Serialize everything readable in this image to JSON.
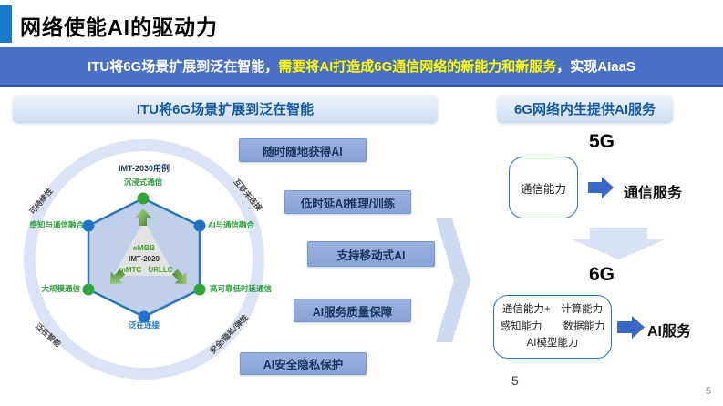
{
  "slide": {
    "title": "网络使能AI的驱动力",
    "banner": {
      "text_before": "ITU将6G场景扩展到泛在智能，",
      "text_highlight": "需要将AI打造成6G通信网络的新能力和新服务",
      "text_after": "，实现AIaaS"
    },
    "page_number": "5",
    "corner_page_number": "5"
  },
  "left_panel": {
    "header": "ITU将6G场景扩展到泛在智能",
    "wheel": {
      "title": "IMT-2030用例",
      "ring_labels": {
        "top_left": "可持续性",
        "top_right": "互联未连接",
        "bottom_left": "泛在智能",
        "bottom_right": "安全/隐私/弹性"
      },
      "vertices": {
        "top": "沉浸式通信",
        "upper_left": "感知与通信融合",
        "upper_right": "AI与通信融合",
        "lower_left": "大规模通信",
        "lower_right": "高可靠低时延通信",
        "bottom": "泛在连接"
      },
      "core": {
        "top": "eMBB",
        "center": "IMT-2020",
        "left": "mMTC",
        "right": "URLLC"
      }
    }
  },
  "middle_buttons": [
    "随时随地获得AI",
    "低时延AI推理/训练",
    "支持移动式AI",
    "AI服务质量保障",
    "AI安全隐私保护"
  ],
  "right_panel": {
    "header": "6G网络内生提供AI服务",
    "five_g": {
      "label": "5G",
      "capability_box": "通信能力",
      "service": "通信服务"
    },
    "six_g": {
      "label": "6G",
      "capability_lines": [
        "通信能力+　计算能力",
        "感知能力　　数据能力",
        "AI模型能力"
      ],
      "service": "AI服务"
    }
  },
  "colors": {
    "banner_blue": "#4a70c6",
    "highlight_yellow": "#ffff00",
    "header_text_blue": "#1659a5",
    "title_accent_blue": "#1a78c8",
    "button_blue": "#8faadc",
    "hexagon_fill": "#b7c9e8",
    "hexagon_border": "#2e75b6",
    "scenario_green": "#2e9e3e",
    "vertex_blue": "#1e73c8",
    "arrow_blue": "#3a66c8",
    "ring_blue": "#dbe3f4"
  }
}
